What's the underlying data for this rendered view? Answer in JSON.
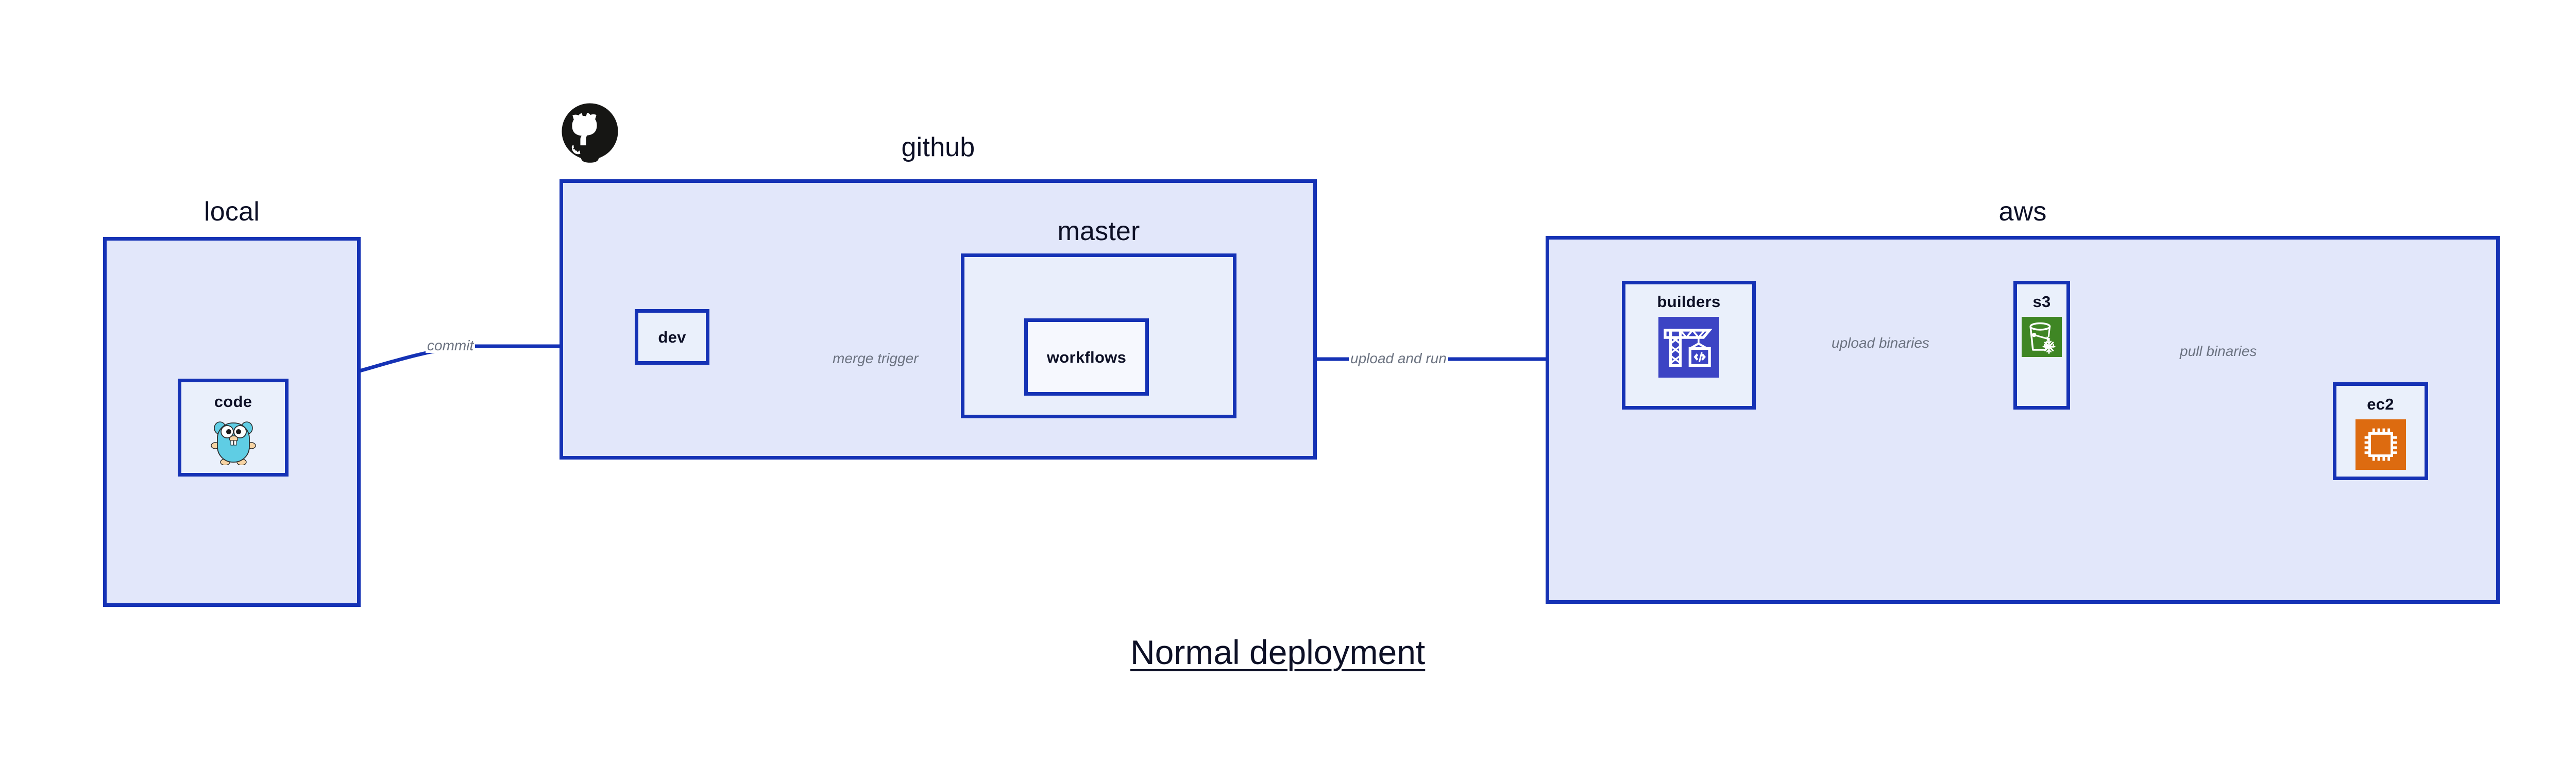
{
  "diagram": {
    "title": "Normal deployment",
    "accent_border": "#1532b5",
    "group_fill": "#e2e7fa",
    "subgroup_fill": "#e9eefb",
    "node_fill": "#eaf0fb",
    "edge_label_color": "#6b7280",
    "text_color": "#0d1026",
    "background": "#ffffff"
  },
  "groups": [
    {
      "id": "local",
      "label": "local"
    },
    {
      "id": "github",
      "label": "github"
    },
    {
      "id": "master",
      "label": "master"
    },
    {
      "id": "aws",
      "label": "aws"
    }
  ],
  "nodes": [
    {
      "id": "code",
      "label": "code",
      "icon": "go-gopher-icon",
      "group": "local"
    },
    {
      "id": "dev",
      "label": "dev",
      "icon": null,
      "group": "github"
    },
    {
      "id": "workflows",
      "label": "workflows",
      "icon": null,
      "group": "master"
    },
    {
      "id": "builders",
      "label": "builders",
      "icon": "aws-codebuild-icon",
      "group": "aws",
      "icon_color": "#3c44c4"
    },
    {
      "id": "s3",
      "label": "s3",
      "icon": "aws-s3-glacier-icon",
      "group": "aws",
      "icon_color": "#3f8624"
    },
    {
      "id": "ec2",
      "label": "ec2",
      "icon": "aws-ec2-chip-icon",
      "group": "aws",
      "icon_color": "#dd6b10"
    }
  ],
  "edges": [
    {
      "id": "commit",
      "label": "commit",
      "from": "code",
      "to": "dev"
    },
    {
      "id": "merge-trigger",
      "label": "merge trigger",
      "from": "dev",
      "to": "workflows"
    },
    {
      "id": "upload-and-run",
      "label": "upload and run",
      "from": "workflows",
      "to": "builders"
    },
    {
      "id": "upload-binaries",
      "label": "upload binaries",
      "from": "builders",
      "to": "s3"
    },
    {
      "id": "pull-binaries",
      "label": "pull binaries",
      "from": "s3",
      "to": "ec2"
    }
  ],
  "logos": [
    {
      "id": "github-logo",
      "name": "github-octocat-logo",
      "color": "#161614"
    }
  ]
}
